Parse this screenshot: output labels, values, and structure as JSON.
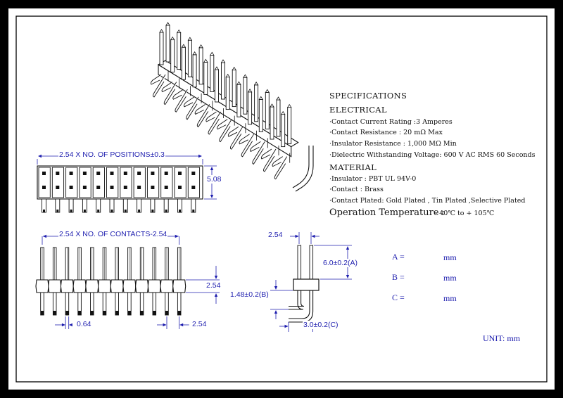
{
  "specifications": {
    "title": "SPECIFICATIONS",
    "electrical_heading": "ELECTRICAL",
    "electrical": [
      "·Contact Current Rating :3 Amperes",
      "·Contact Resistance : 20 mΩ Max",
      "·Insulator Resistance : 1,000 MΩ Min",
      "·Dielectric Withstanding Voltage: 600 V AC RMS 60 Seconds"
    ],
    "material_heading": "MATERIAL",
    "material": [
      "·Insulator : PBT UL 94V-0",
      "·Contact : Brass",
      "·Contact Plated: Gold Plated , Tin Plated ,Selective Plated"
    ],
    "operation_label": "Operation Temperature :",
    "operation_value": "- 40℃ to + 105℃"
  },
  "dimensions": {
    "top_width": "2.54 X NO. OF POSITIONS±0.3",
    "top_height": "5.08",
    "front_width": "2.54 X NO. OF CONTACTS-2.54",
    "front_height": "2.54",
    "pin_width": "0.64",
    "pitch": "2.54",
    "side_pitch": "2.54",
    "dim_a": "6.0±0.2(A)",
    "dim_b": "1.48±0.2(B)",
    "dim_c": "3.0±0.2(C)"
  },
  "variables": [
    {
      "label": "A =",
      "unit": "mm"
    },
    {
      "label": "B =",
      "unit": "mm"
    },
    {
      "label": "C =",
      "unit": "mm"
    }
  ],
  "unit_note": "UNIT: mm",
  "colors": {
    "dimension": "#1f1faf",
    "outline": "#111111",
    "frame": "#000000"
  }
}
